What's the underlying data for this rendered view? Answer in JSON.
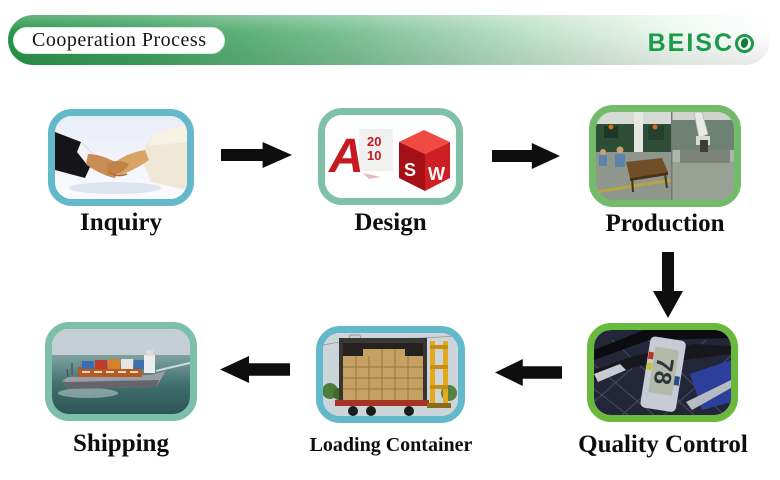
{
  "header": {
    "title": "Cooperation Process",
    "brand": "BEISCO",
    "brand_display_prefix": "BEISC",
    "brand_color": "#189c49",
    "bar_gradient_start": "#27964a",
    "bar_gradient_end": "#ffffff"
  },
  "flow": {
    "arrow_color": "#0e0e0e",
    "steps": [
      {
        "id": "inquiry",
        "label": "Inquiry",
        "image": "handshake-photo",
        "border_color": "#63b8c9"
      },
      {
        "id": "design",
        "label": "Design",
        "image": "autocad-solidworks-logos",
        "border_color": "#7fc0a8"
      },
      {
        "id": "production",
        "label": "Production",
        "image": "factory-photo",
        "border_color": "#74ba6b"
      },
      {
        "id": "quality-control",
        "label": "Quality Control",
        "image": "digital-caliper-photo",
        "border_color": "#68b93c"
      },
      {
        "id": "loading-container",
        "label": "Loading Container",
        "image": "container-truck-photo",
        "border_color": "#63b8c9"
      },
      {
        "id": "shipping",
        "label": "Shipping",
        "image": "cargo-ship-photo",
        "border_color": "#7dbfa9"
      }
    ],
    "arrows": [
      {
        "from": "inquiry",
        "to": "design",
        "direction": "right"
      },
      {
        "from": "design",
        "to": "production",
        "direction": "right"
      },
      {
        "from": "production",
        "to": "quality-control",
        "direction": "down"
      },
      {
        "from": "quality-control",
        "to": "loading-container",
        "direction": "left"
      },
      {
        "from": "loading-container",
        "to": "shipping",
        "direction": "left"
      }
    ],
    "design_logos": {
      "autocad_letter": "A",
      "autocad_year_top": "20",
      "autocad_year_bottom": "10",
      "solidworks_s": "S",
      "solidworks_w": "W"
    },
    "quality_display_value": "78"
  }
}
